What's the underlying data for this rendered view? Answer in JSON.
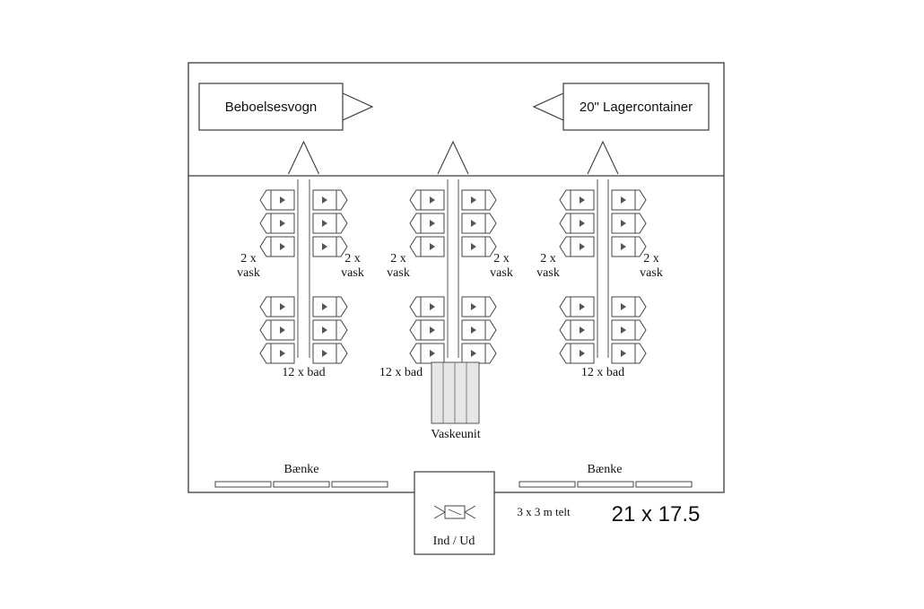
{
  "labels": {
    "trailer": "Beboelsesvogn",
    "container": "20\" Lagercontainer",
    "sinks": "2 x\nvask",
    "bathrooms": "12 x bad",
    "wash_unit": "Vaskeunit",
    "benches": "Bænke",
    "entrance": "Ind / Ud",
    "tent": "3 x 3 m telt",
    "dimensions": "21 x 17.5"
  },
  "blocks": [
    {
      "id": "left",
      "bath_label": "12 x bad"
    },
    {
      "id": "center",
      "bath_label": "12 x bad"
    },
    {
      "id": "right",
      "bath_label": "12 x bad"
    }
  ],
  "colors": {
    "line": "#3a3a3a",
    "wash_unit_fill": "#e6e6e6",
    "background": "#ffffff"
  }
}
